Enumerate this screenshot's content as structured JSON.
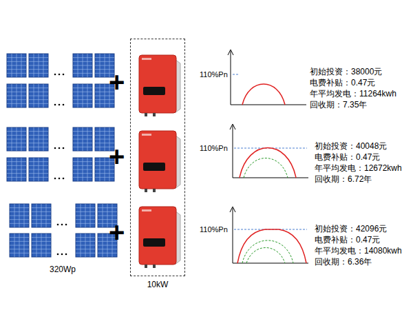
{
  "diagram": {
    "nodes": [
      {
        "text": [
          "10kW"
        ]
      }
    ],
    "labels": [
      "320Wp",
      "+",
      "110%Pn",
      "初始投资：38000元",
      "电费补贴：0.47元",
      "年平均发电：11264kwh",
      "回收期：7.35年",
      "+",
      "110%Pn",
      "初始投资：40048元",
      "电费补贴：0.47元",
      "年平均发电：12672kwh",
      "回收期：6.72年",
      "+",
      "110%Pn",
      "初始投资：42096元",
      "电费补贴：0.47元",
      "年平均发电：14080kwh",
      "回收期：6.36年"
    ]
  }
}
